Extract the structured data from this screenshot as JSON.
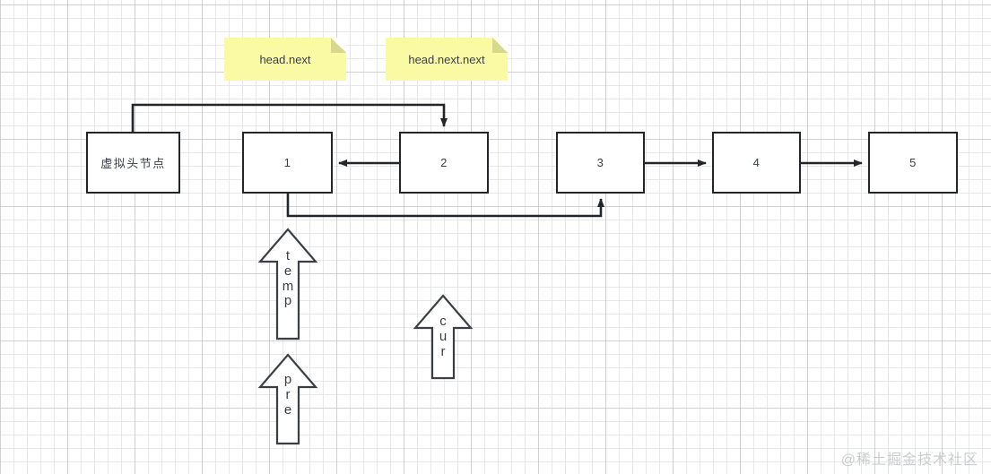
{
  "diagram": {
    "title": "linked-list-reverse-step",
    "watermark": "@稀土掘金技术社区",
    "sticky_notes": [
      {
        "id": "head-next",
        "label": "head.next"
      },
      {
        "id": "head-next-next",
        "label": "head.next.next"
      }
    ],
    "nodes": [
      {
        "id": "dummy-head",
        "label": "虚拟头节点"
      },
      {
        "id": "node-1",
        "label": "1"
      },
      {
        "id": "node-2",
        "label": "2"
      },
      {
        "id": "node-3",
        "label": "3"
      },
      {
        "id": "node-4",
        "label": "4"
      },
      {
        "id": "node-5",
        "label": "5"
      }
    ],
    "pointers": [
      {
        "id": "temp",
        "label": "temp",
        "letters": [
          "t",
          "e",
          "m",
          "p"
        ]
      },
      {
        "id": "pre",
        "label": "pre",
        "letters": [
          "p",
          "r",
          "e"
        ]
      },
      {
        "id": "cur",
        "label": "cur",
        "letters": [
          "c",
          "u",
          "r"
        ]
      }
    ],
    "connections": [
      {
        "from": "dummy-head",
        "to": "node-2",
        "style": "orthogonal-top"
      },
      {
        "from": "node-2",
        "to": "node-1",
        "style": "straight-left"
      },
      {
        "from": "node-1",
        "to": "node-3",
        "style": "orthogonal-bottom"
      },
      {
        "from": "node-3",
        "to": "node-4",
        "style": "straight-right"
      },
      {
        "from": "node-4",
        "to": "node-5",
        "style": "straight-right"
      }
    ],
    "colors": {
      "stroke": "#22252a",
      "sticky": "#fafaa5",
      "sticky_fold": "#d8d88c",
      "text": "#3a3f45",
      "grid_minor": "#e1e1e1",
      "grid_major": "#bebebe",
      "watermark": "#c9ccd1"
    }
  }
}
